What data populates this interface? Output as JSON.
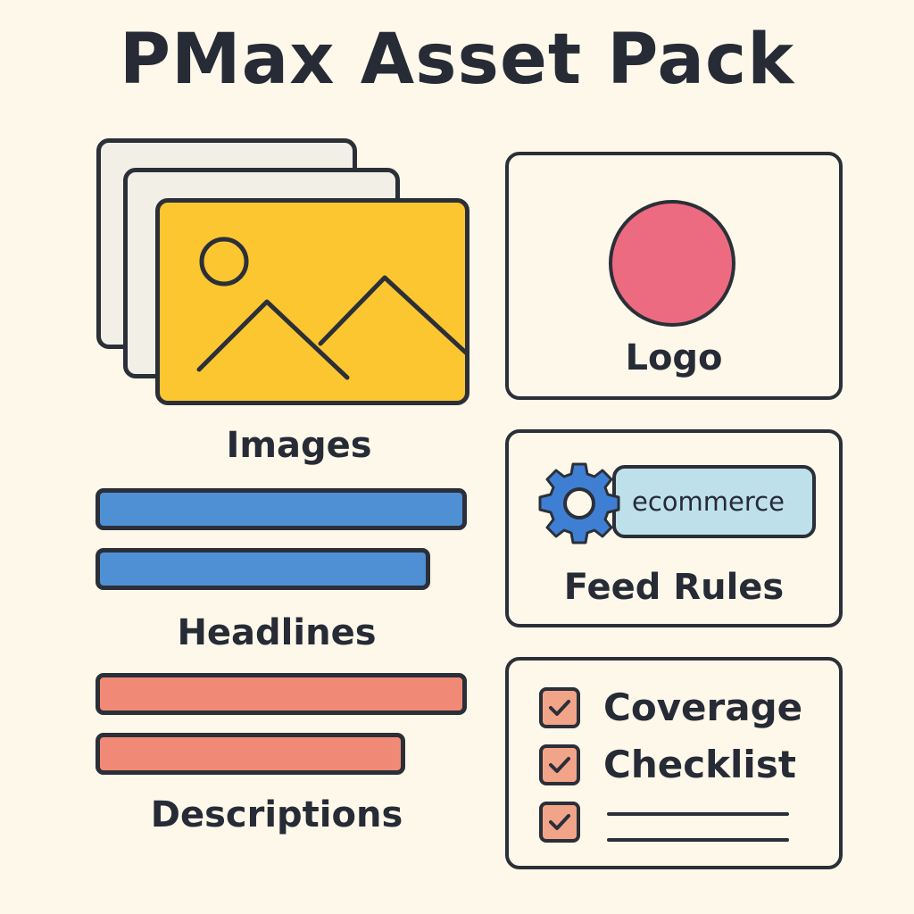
{
  "title": "PMax Asset Pack",
  "sections": {
    "images": {
      "label": "Images",
      "icon": "image-stack-icon",
      "accent": "#fbc630"
    },
    "logo": {
      "label": "Logo",
      "icon": "logo-circle-icon",
      "accent": "#ec6b80"
    },
    "headlines": {
      "label": "Headlines",
      "bars": 2,
      "accent": "#4f90d4"
    },
    "feed_rules": {
      "label": "Feed Rules",
      "tag": "ecommerce",
      "icon": "gear-icon",
      "accent": "#3f7fd3",
      "tag_color": "#bee0ea"
    },
    "descriptions": {
      "label": "Descriptions",
      "bars": 2,
      "accent": "#f08a76"
    },
    "checklist": {
      "lines": [
        "Coverage",
        "Checklist"
      ],
      "items": 3,
      "accent": "#f2a489"
    }
  },
  "colors": {
    "background": "#fdf8ea",
    "outline": "#2b2f38",
    "text": "#262b36"
  }
}
